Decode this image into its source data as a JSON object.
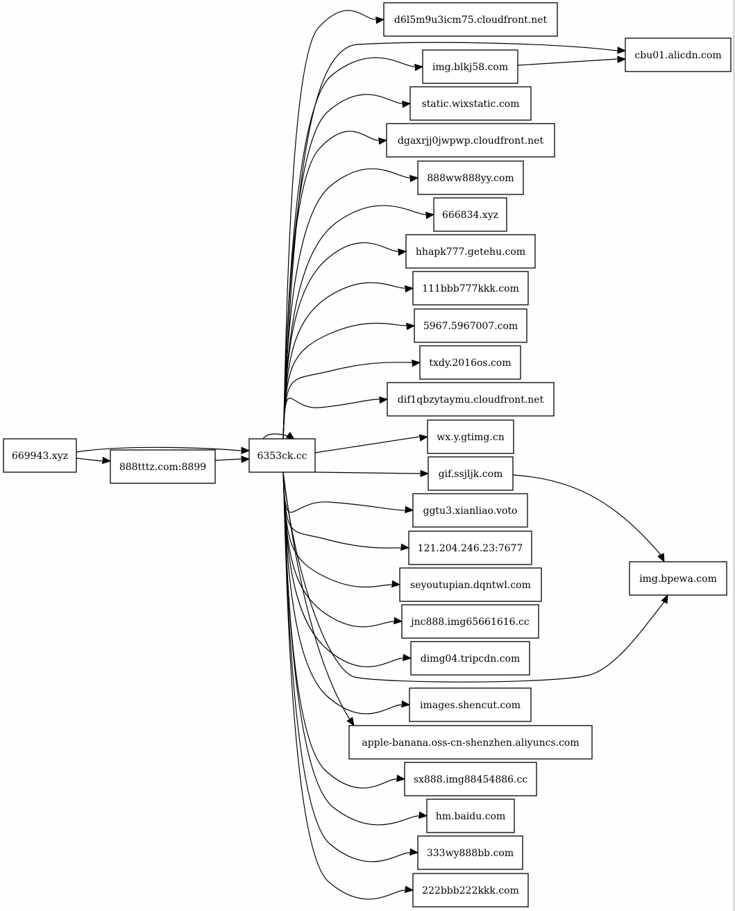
{
  "graph": {
    "type": "directed-graph",
    "rankdir": "LR",
    "nodes": [
      {
        "id": "669943.xyz",
        "label": "669943.xyz"
      },
      {
        "id": "888tttz.com:8899",
        "label": "888tttz.com:8899"
      },
      {
        "id": "6353ck.cc",
        "label": "6353ck.cc"
      },
      {
        "id": "d6l5m9u3icm75.cloudfront.net",
        "label": "d6l5m9u3icm75.cloudfront.net"
      },
      {
        "id": "img.blkj58.com",
        "label": "img.blkj58.com"
      },
      {
        "id": "static.wixstatic.com",
        "label": "static.wixstatic.com"
      },
      {
        "id": "dgaxrjj0jwpwp.cloudfront.net",
        "label": "dgaxrjj0jwpwp.cloudfront.net"
      },
      {
        "id": "888ww888yy.com",
        "label": "888ww888yy.com"
      },
      {
        "id": "666834.xyz",
        "label": "666834.xyz"
      },
      {
        "id": "hhapk777.getehu.com",
        "label": "hhapk777.getehu.com"
      },
      {
        "id": "111bbb777kkk.com",
        "label": "111bbb777kkk.com"
      },
      {
        "id": "5967.5967007.com",
        "label": "5967.5967007.com"
      },
      {
        "id": "txdy.2016os.com",
        "label": "txdy.2016os.com"
      },
      {
        "id": "dif1qbzytaymu.cloudfront.net",
        "label": "dif1qbzytaymu.cloudfront.net"
      },
      {
        "id": "wx.y.gtimg.cn",
        "label": "wx.y.gtimg.cn"
      },
      {
        "id": "gif.ssjljk.com",
        "label": "gif.ssjljk.com"
      },
      {
        "id": "ggtu3.xianliao.voto",
        "label": "ggtu3.xianliao.voto"
      },
      {
        "id": "121.204.246.23:7677",
        "label": "121.204.246.23:7677"
      },
      {
        "id": "seyoutupian.dqntwl.com",
        "label": "seyoutupian.dqntwl.com"
      },
      {
        "id": "jnc888.img65661616.cc",
        "label": "jnc888.img65661616.cc"
      },
      {
        "id": "dimg04.tripcdn.com",
        "label": "dimg04.tripcdn.com"
      },
      {
        "id": "images.shencut.com",
        "label": "images.shencut.com"
      },
      {
        "id": "apple-banana.oss-cn-shenzhen.aliyuncs.com",
        "label": "apple-banana.oss-cn-shenzhen.aliyuncs.com"
      },
      {
        "id": "sx888.img88454886.cc",
        "label": "sx888.img88454886.cc"
      },
      {
        "id": "hm.baidu.com",
        "label": "hm.baidu.com"
      },
      {
        "id": "333wy888bb.com",
        "label": "333wy888bb.com"
      },
      {
        "id": "222bbb222kkk.com",
        "label": "222bbb222kkk.com"
      },
      {
        "id": "cbu01.alicdn.com",
        "label": "cbu01.alicdn.com"
      },
      {
        "id": "img.bpewa.com",
        "label": "img.bpewa.com"
      }
    ],
    "edges": [
      {
        "from": "669943.xyz",
        "to": "6353ck.cc"
      },
      {
        "from": "669943.xyz",
        "to": "888tttz.com:8899"
      },
      {
        "from": "888tttz.com:8899",
        "to": "6353ck.cc"
      },
      {
        "from": "6353ck.cc",
        "to": "6353ck.cc"
      },
      {
        "from": "6353ck.cc",
        "to": "d6l5m9u3icm75.cloudfront.net"
      },
      {
        "from": "6353ck.cc",
        "to": "cbu01.alicdn.com"
      },
      {
        "from": "6353ck.cc",
        "to": "img.blkj58.com"
      },
      {
        "from": "6353ck.cc",
        "to": "static.wixstatic.com"
      },
      {
        "from": "6353ck.cc",
        "to": "dgaxrjj0jwpwp.cloudfront.net"
      },
      {
        "from": "6353ck.cc",
        "to": "888ww888yy.com"
      },
      {
        "from": "6353ck.cc",
        "to": "666834.xyz"
      },
      {
        "from": "6353ck.cc",
        "to": "hhapk777.getehu.com"
      },
      {
        "from": "6353ck.cc",
        "to": "111bbb777kkk.com"
      },
      {
        "from": "6353ck.cc",
        "to": "5967.5967007.com"
      },
      {
        "from": "6353ck.cc",
        "to": "txdy.2016os.com"
      },
      {
        "from": "6353ck.cc",
        "to": "dif1qbzytaymu.cloudfront.net"
      },
      {
        "from": "6353ck.cc",
        "to": "wx.y.gtimg.cn"
      },
      {
        "from": "6353ck.cc",
        "to": "gif.ssjljk.com"
      },
      {
        "from": "6353ck.cc",
        "to": "ggtu3.xianliao.voto"
      },
      {
        "from": "6353ck.cc",
        "to": "121.204.246.23:7677"
      },
      {
        "from": "6353ck.cc",
        "to": "seyoutupian.dqntwl.com"
      },
      {
        "from": "6353ck.cc",
        "to": "jnc888.img65661616.cc"
      },
      {
        "from": "6353ck.cc",
        "to": "dimg04.tripcdn.com"
      },
      {
        "from": "6353ck.cc",
        "to": "img.bpewa.com"
      },
      {
        "from": "6353ck.cc",
        "to": "images.shencut.com"
      },
      {
        "from": "6353ck.cc",
        "to": "apple-banana.oss-cn-shenzhen.aliyuncs.com"
      },
      {
        "from": "6353ck.cc",
        "to": "sx888.img88454886.cc"
      },
      {
        "from": "6353ck.cc",
        "to": "hm.baidu.com"
      },
      {
        "from": "6353ck.cc",
        "to": "333wy888bb.com"
      },
      {
        "from": "6353ck.cc",
        "to": "222bbb222kkk.com"
      },
      {
        "from": "img.blkj58.com",
        "to": "cbu01.alicdn.com"
      },
      {
        "from": "gif.ssjljk.com",
        "to": "img.bpewa.com"
      }
    ]
  }
}
